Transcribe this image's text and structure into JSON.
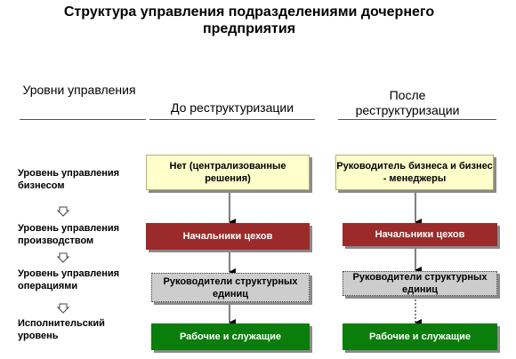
{
  "title": "Структура управления подразделениями дочернего предприятия",
  "headers": {
    "levels": "Уровни управления",
    "before": "До реструктуризации",
    "after": "После реструктуризации"
  },
  "levels": [
    "Уровень управления бизнесом",
    "Уровень управления производством",
    "Уровень управления операциями",
    "Исполнительский уровень"
  ],
  "before": [
    "Нет (централизованные решения)",
    "Начальники цехов",
    "Руководители структурных единиц",
    "Рабочие и служащие"
  ],
  "after": [
    "Руководитель бизнеса и бизнес - менеджеры",
    "Начальники цехов",
    "Руководители структурных единиц",
    "Рабочие и служащие"
  ],
  "colors": {
    "yellow_box": "#ffffcc",
    "red_box": "#9b2a2a",
    "gray_box": "#cdcdcd",
    "green_box": "#0a7d0a"
  },
  "icons": {
    "level_arrow": "down-arrow-icon"
  }
}
